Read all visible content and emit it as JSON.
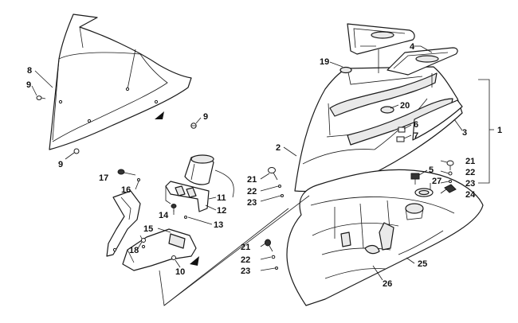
{
  "callouts": [
    {
      "id": "c1",
      "label": "1"
    },
    {
      "id": "c2",
      "label": "2"
    },
    {
      "id": "c3",
      "label": "3"
    },
    {
      "id": "c4",
      "label": "4"
    },
    {
      "id": "c5",
      "label": "5"
    },
    {
      "id": "c6",
      "label": "6"
    },
    {
      "id": "c7",
      "label": "7"
    },
    {
      "id": "c8",
      "label": "8"
    },
    {
      "id": "c9a",
      "label": "9"
    },
    {
      "id": "c9b",
      "label": "9"
    },
    {
      "id": "c9c",
      "label": "9"
    },
    {
      "id": "c10",
      "label": "10"
    },
    {
      "id": "c11",
      "label": "11"
    },
    {
      "id": "c12",
      "label": "12"
    },
    {
      "id": "c13",
      "label": "13"
    },
    {
      "id": "c14",
      "label": "14"
    },
    {
      "id": "c15",
      "label": "15"
    },
    {
      "id": "c16",
      "label": "16"
    },
    {
      "id": "c17",
      "label": "17"
    },
    {
      "id": "c18",
      "label": "18"
    },
    {
      "id": "c19",
      "label": "19"
    },
    {
      "id": "c20",
      "label": "20"
    },
    {
      "id": "c21a",
      "label": "21"
    },
    {
      "id": "c21b",
      "label": "21"
    },
    {
      "id": "c21c",
      "label": "21"
    },
    {
      "id": "c22a",
      "label": "22"
    },
    {
      "id": "c22b",
      "label": "22"
    },
    {
      "id": "c22c",
      "label": "22"
    },
    {
      "id": "c23a",
      "label": "23"
    },
    {
      "id": "c23b",
      "label": "23"
    },
    {
      "id": "c23c",
      "label": "23"
    },
    {
      "id": "c24",
      "label": "24"
    },
    {
      "id": "c25",
      "label": "25"
    },
    {
      "id": "c26",
      "label": "26"
    },
    {
      "id": "c27",
      "label": "27"
    }
  ]
}
